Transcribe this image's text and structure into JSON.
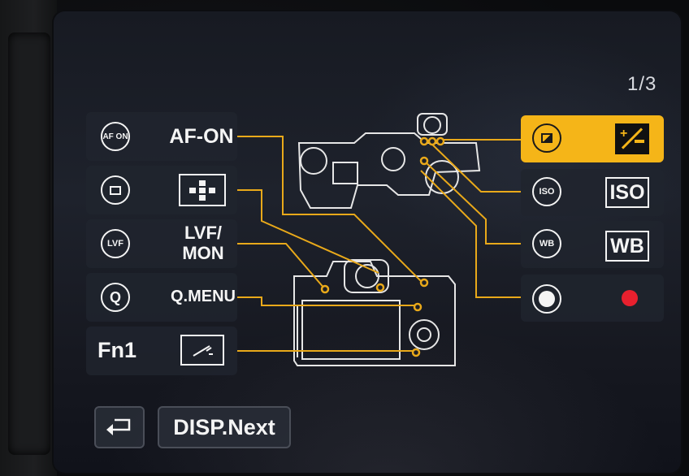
{
  "page_indicator": "1/3",
  "left_items": [
    {
      "icon_text": "AF ON",
      "label": "AF-ON",
      "icon": "af-on-circle-icon"
    },
    {
      "icon_text": "",
      "label": "",
      "icon": "focus-area-icon"
    },
    {
      "icon_text": "LVF",
      "label_line1": "LVF/",
      "label_line2": "MON",
      "icon": "lvf-circle-icon"
    },
    {
      "icon_text": "Q",
      "label": "Q.MENU",
      "icon": "q-circle-icon"
    },
    {
      "icon_text": "Fn1",
      "label": "",
      "icon": "fn1-icon"
    }
  ],
  "right_items": [
    {
      "icon": "exposure-comp-icon",
      "selected": true
    },
    {
      "icon_text": "ISO",
      "label": "ISO",
      "icon": "iso-icon"
    },
    {
      "icon_text": "WB",
      "label": "WB",
      "icon": "wb-icon"
    },
    {
      "icon": "record-icon"
    }
  ],
  "buttons": {
    "back": {
      "icon": "return-arrow-icon"
    },
    "next": {
      "label": "DISP.Next"
    }
  },
  "colors": {
    "accent": "#f5b518",
    "line": "#e9a91a",
    "record": "#e8202e"
  }
}
